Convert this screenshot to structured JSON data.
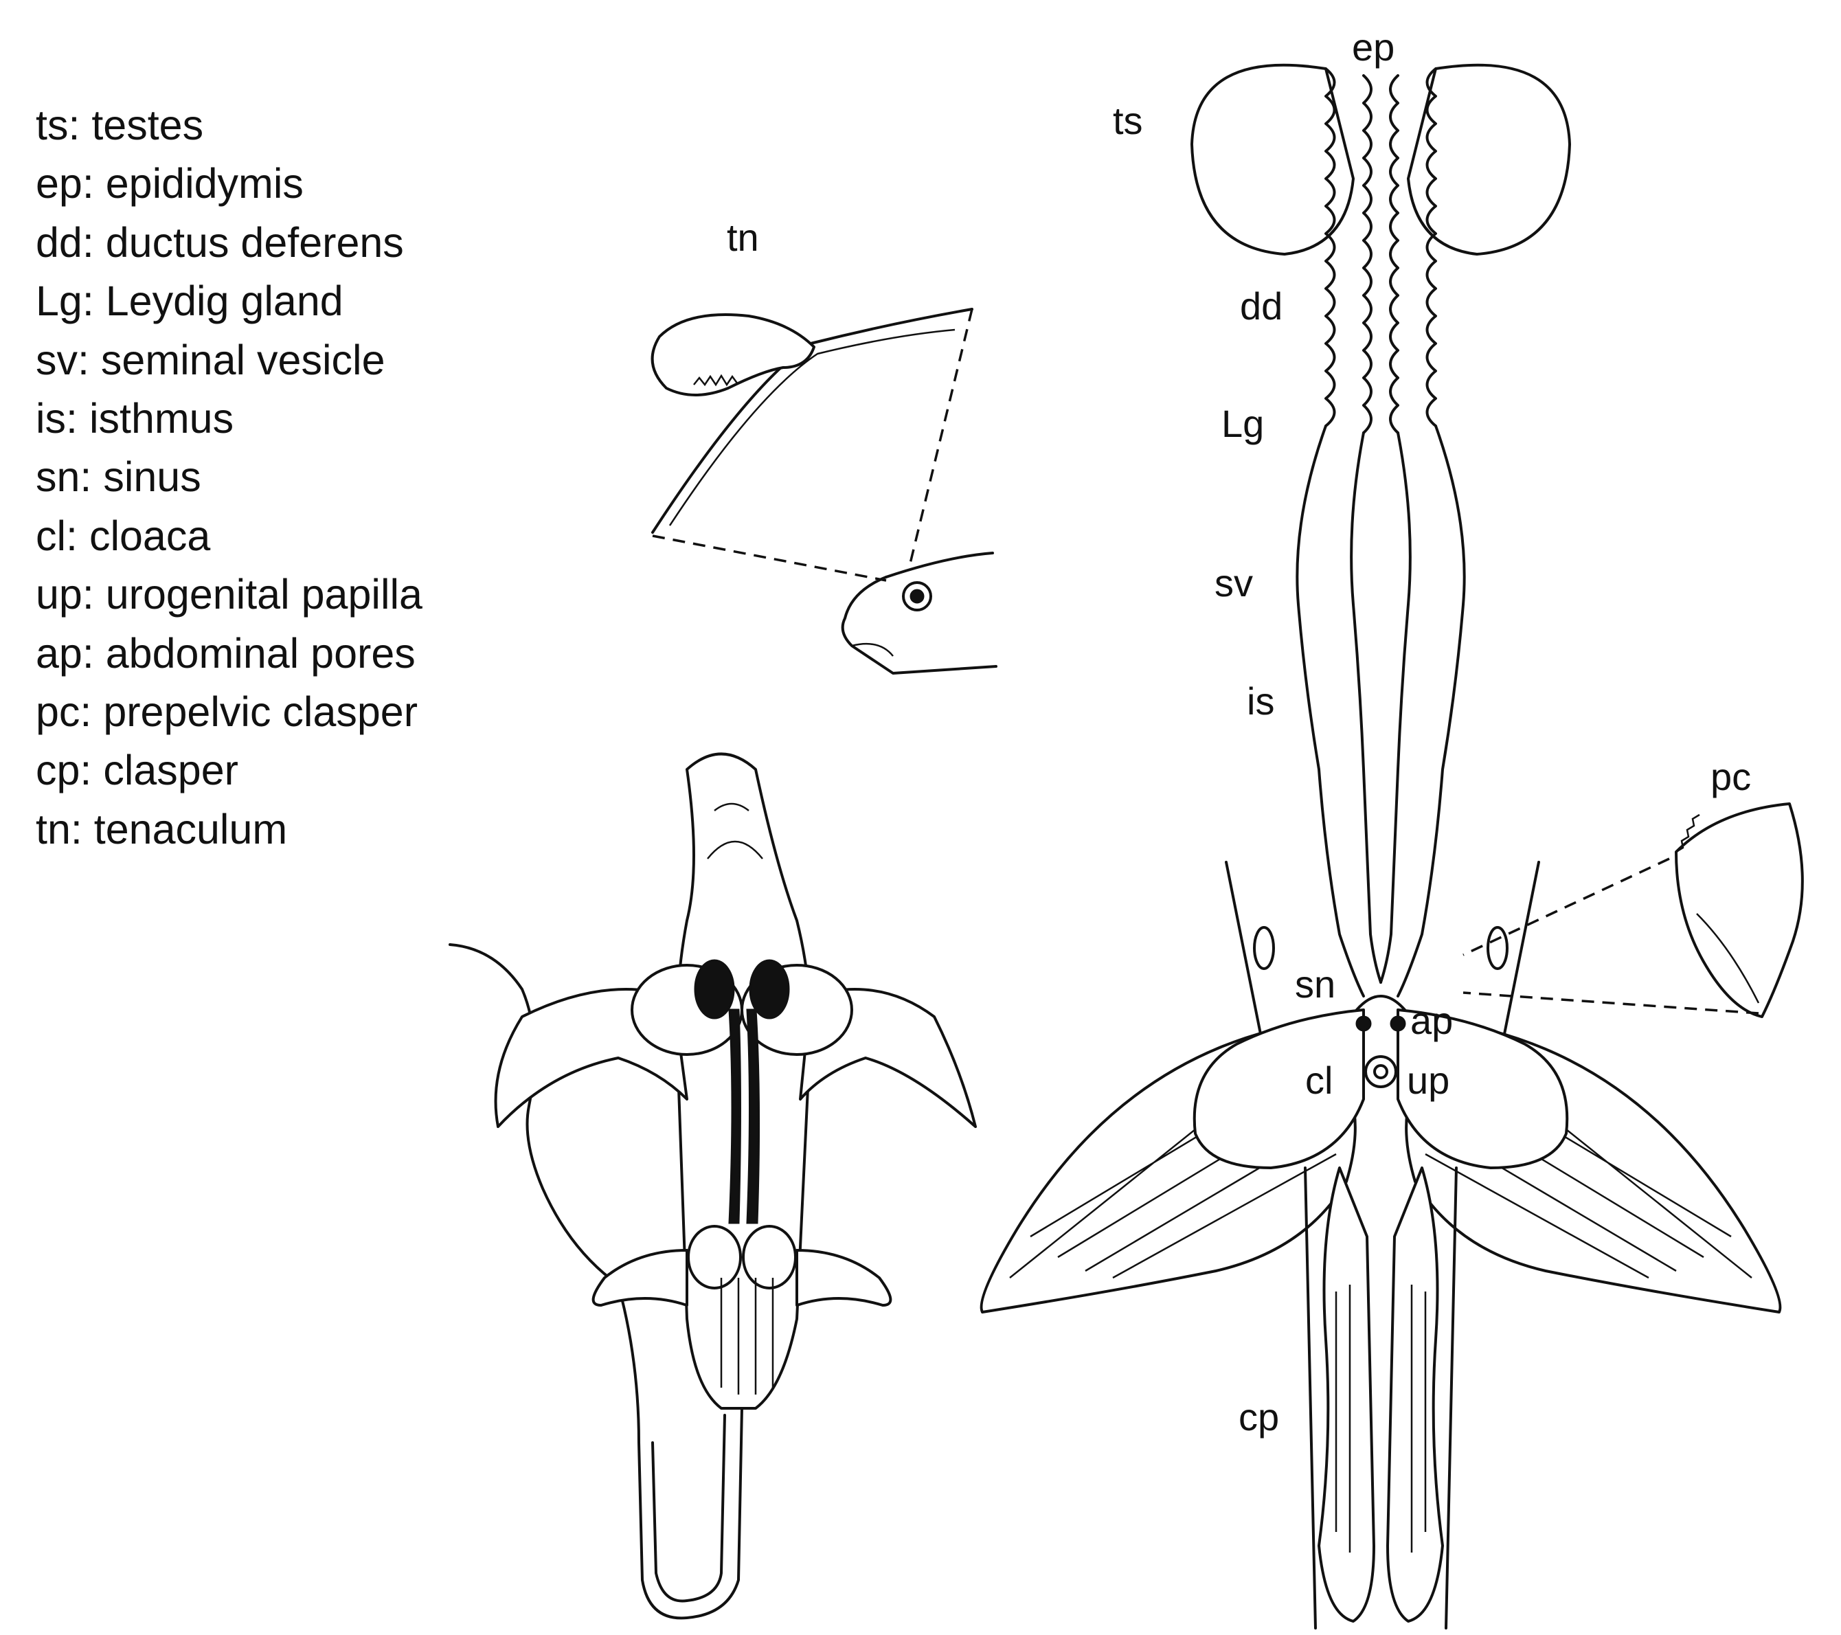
{
  "legend": [
    {
      "abbr": "ts",
      "term": "testes",
      "text": "ts: testes"
    },
    {
      "abbr": "ep",
      "term": "epididymis",
      "text": "ep: epididymis"
    },
    {
      "abbr": "dd",
      "term": "ductus deferens",
      "text": "dd: ductus deferens"
    },
    {
      "abbr": "Lg",
      "term": "Leydig gland",
      "text": "Lg: Leydig gland"
    },
    {
      "abbr": "sv",
      "term": "seminal vesicle",
      "text": "sv: seminal vesicle"
    },
    {
      "abbr": "is",
      "term": "isthmus",
      "text": "is: isthmus"
    },
    {
      "abbr": "sn",
      "term": "sinus",
      "text": "sn: sinus"
    },
    {
      "abbr": "cl",
      "term": "cloaca",
      "text": "cl: cloaca"
    },
    {
      "abbr": "up",
      "term": "urogenital papilla",
      "text": "up: urogenital papilla"
    },
    {
      "abbr": "ap",
      "term": "abdominal pores",
      "text": "ap: abdominal pores"
    },
    {
      "abbr": "pc",
      "term": "prepelvic clasper",
      "text": "pc: prepelvic clasper"
    },
    {
      "abbr": "cp",
      "term": "clasper",
      "text": "cp: clasper"
    },
    {
      "abbr": "tn",
      "term": "tenaculum",
      "text": "tn: tenaculum"
    }
  ],
  "labels": {
    "tn": "tn",
    "ep": "ep",
    "ts": "ts",
    "dd": "dd",
    "Lg": "Lg",
    "sv": "sv",
    "is": "is",
    "pc": "pc",
    "sn": "sn",
    "ap": "ap",
    "cl": "cl",
    "up": "up",
    "cp": "cp"
  }
}
